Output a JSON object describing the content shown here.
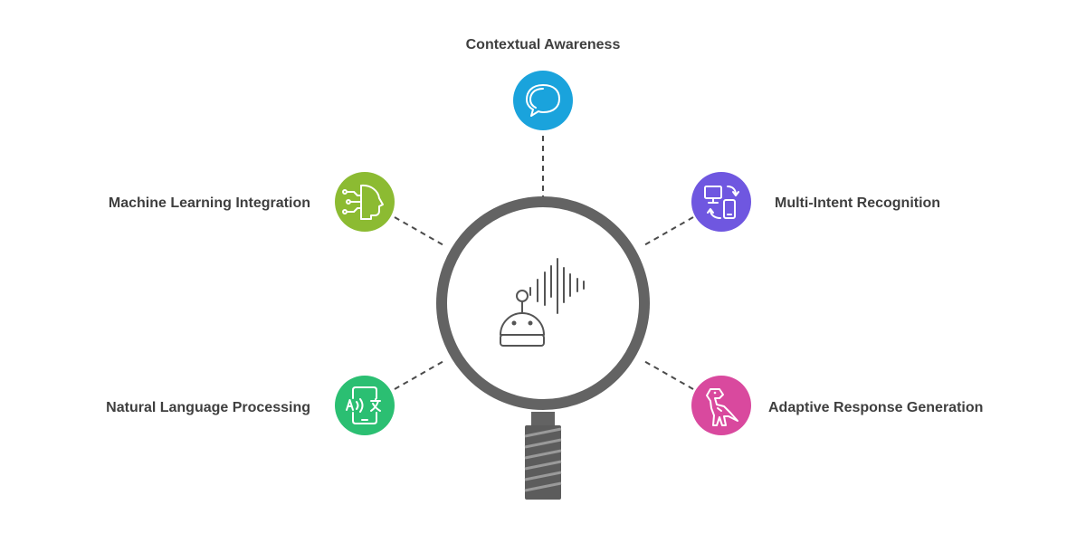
{
  "diagram": {
    "center": {
      "icon": "robot-voice-assistant-icon",
      "ring_color": "#636363"
    },
    "features": [
      {
        "id": "contextual-awareness",
        "label": "Contextual Awareness",
        "icon": "speech-bubble-icon",
        "color": "#1aa3dc"
      },
      {
        "id": "multi-intent-recognition",
        "label": "Multi-Intent Recognition",
        "icon": "device-sync-icon",
        "color": "#6f57e0"
      },
      {
        "id": "adaptive-response-generation",
        "label": "Adaptive Response Generation",
        "icon": "dinosaur-icon",
        "color": "#d9499e"
      },
      {
        "id": "natural-language-processing",
        "label": "Natural Language Processing",
        "icon": "translate-phone-icon",
        "color": "#2bbf72"
      },
      {
        "id": "machine-learning-integration",
        "label": "Machine Learning Integration",
        "icon": "ai-head-icon",
        "color": "#8cbb32"
      }
    ]
  }
}
